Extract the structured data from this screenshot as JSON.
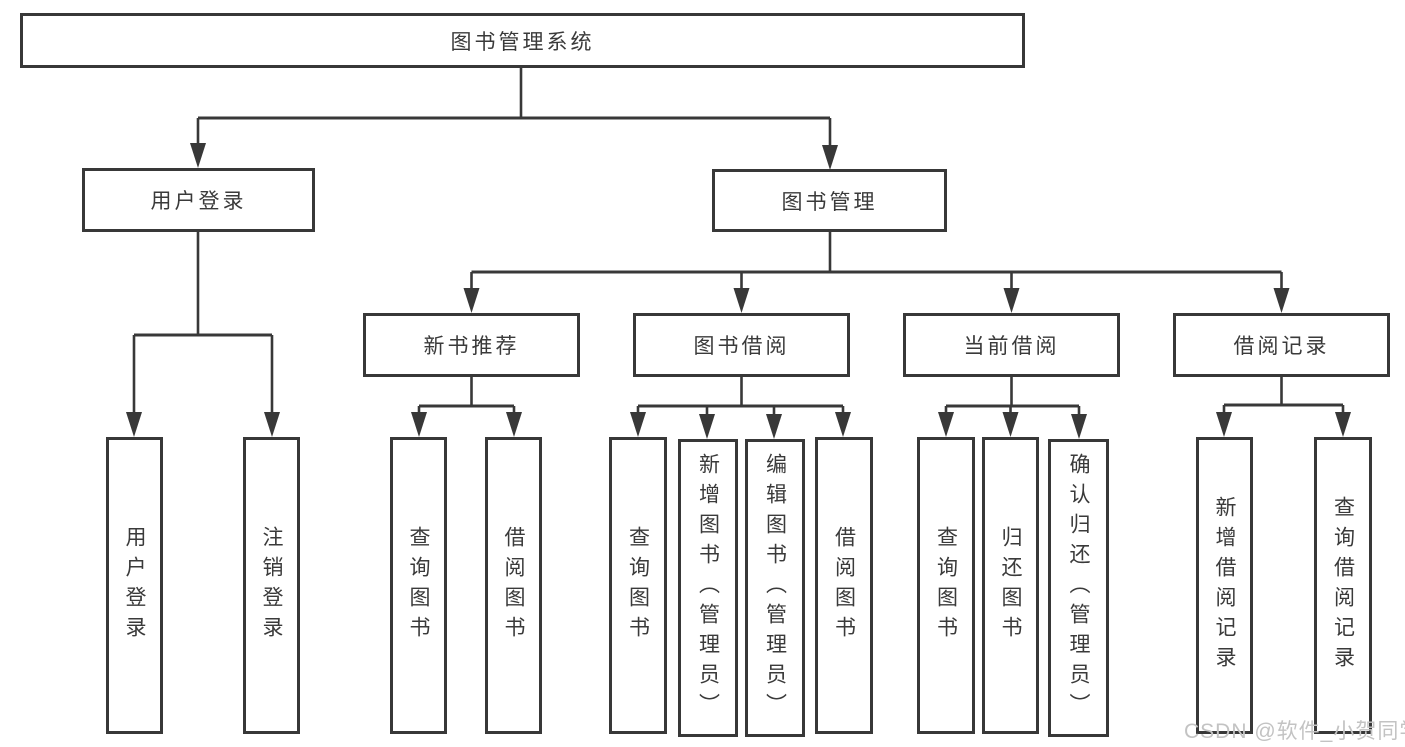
{
  "diagram": {
    "root": {
      "label": "图书管理系统"
    },
    "branches": [
      {
        "label": "用户登录",
        "children": [
          {
            "label": "用户登录"
          },
          {
            "label": "注销登录"
          }
        ]
      },
      {
        "label": "图书管理",
        "children": [
          {
            "label": "新书推荐",
            "children": [
              {
                "label": "查询图书"
              },
              {
                "label": "借阅图书"
              }
            ]
          },
          {
            "label": "图书借阅",
            "children": [
              {
                "label": "查询图书"
              },
              {
                "label": "新增图书（管理员）"
              },
              {
                "label": "编辑图书（管理员）"
              },
              {
                "label": "借阅图书"
              }
            ]
          },
          {
            "label": "当前借阅",
            "children": [
              {
                "label": "查询图书"
              },
              {
                "label": "归还图书"
              },
              {
                "label": "确认归还（管理员）"
              }
            ]
          },
          {
            "label": "借阅记录",
            "children": [
              {
                "label": "新增借阅记录"
              },
              {
                "label": "查询借阅记录"
              }
            ]
          }
        ]
      }
    ]
  },
  "watermark": {
    "text": "CSDN @软件_小贺同学"
  },
  "colors": {
    "line": "#383838",
    "text": "#3a3a3a",
    "box_background": "#ffffff",
    "watermark": "#c3c3c3"
  }
}
